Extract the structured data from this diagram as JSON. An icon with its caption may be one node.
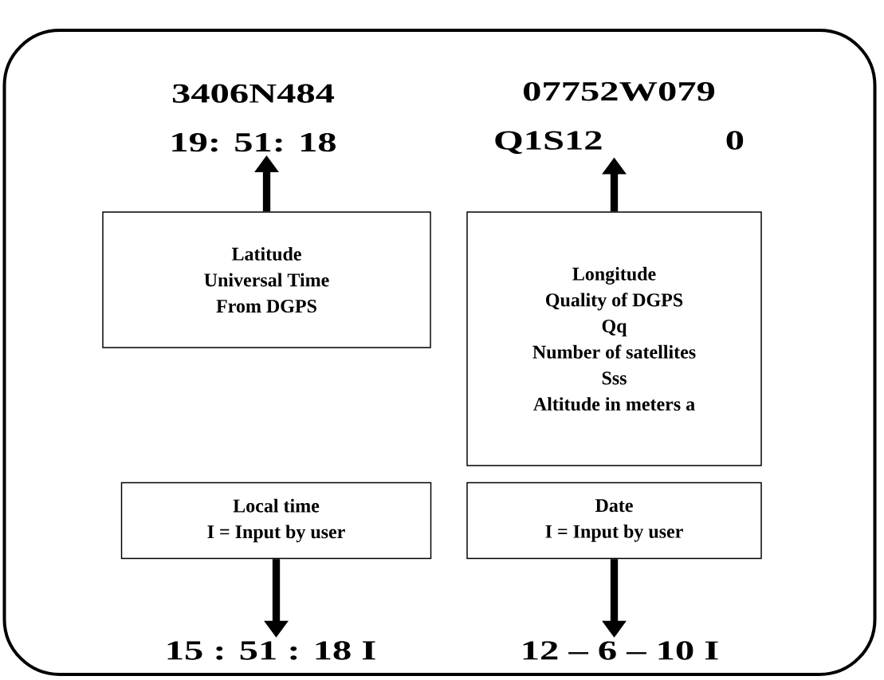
{
  "diagram": {
    "nodes": [
      {
        "text": [],
        "shape": "box"
      },
      {
        "text": [
          "3406N484",
          "19: 51: 18"
        ],
        "in": 0
      },
      {
        "text": [
          "07752W079",
          "Q1S12",
          "0"
        ],
        "in": 0
      },
      {
        "text": [
          "Latitude",
          "Universal Time",
          "From DGPS"
        ],
        "in": 0
      },
      {
        "text": [
          "Longitude",
          "Quality of DGPS",
          "Qq",
          "Number of satellites",
          "Sss",
          "Altitude in meters a"
        ],
        "in": 0
      },
      {
        "text": [
          "Local time",
          "I = Input by user"
        ],
        "in": 0
      },
      {
        "text": [
          "Date",
          "I = Input by user"
        ],
        "in": 0
      },
      {
        "text": [
          "15 : 51 : 18 I"
        ],
        "in": 0
      },
      {
        "text": [
          "12 – 6 – 10 I"
        ],
        "in": 0
      }
    ],
    "edges": [
      {
        "from": 3,
        "to": 1,
        "arrow": "to"
      },
      {
        "from": 4,
        "to": 2,
        "arrow": "to"
      },
      {
        "from": 5,
        "to": 7,
        "arrow": "to"
      },
      {
        "from": 6,
        "to": 8,
        "arrow": "to"
      }
    ]
  }
}
